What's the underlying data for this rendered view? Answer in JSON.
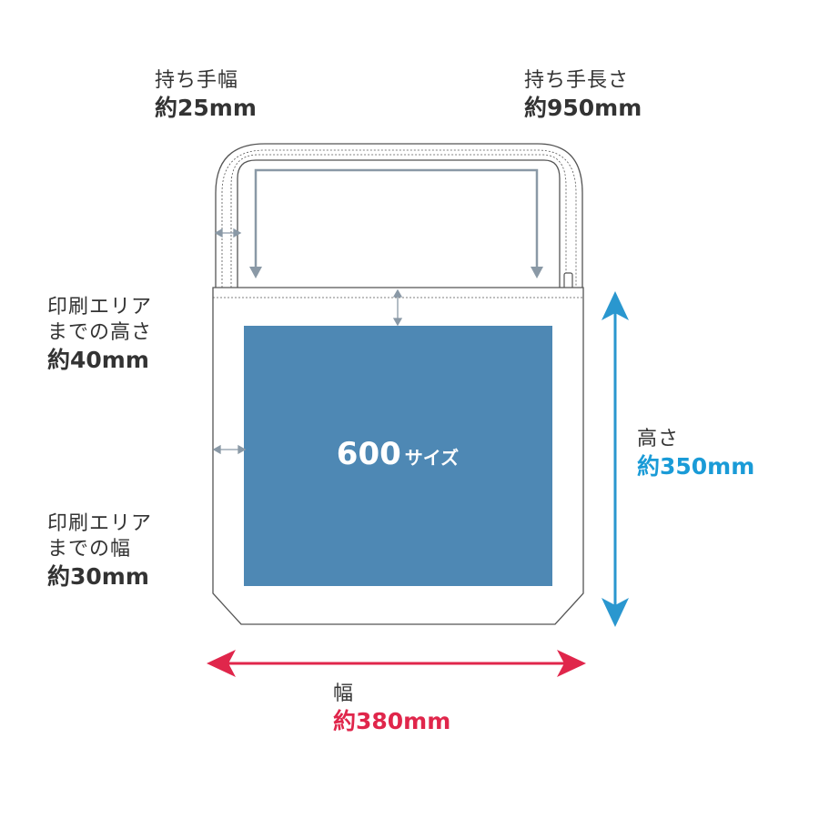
{
  "labels": {
    "handle_width": {
      "title": "持ち手幅",
      "value": "約25mm"
    },
    "handle_length": {
      "title": "持ち手長さ",
      "value": "約950mm"
    },
    "top_margin": {
      "line1": "印刷エリア",
      "line2": "までの高さ",
      "value": "約40mm"
    },
    "side_margin": {
      "line1": "印刷エリア",
      "line2": "までの幅",
      "value": "約30mm"
    },
    "height": {
      "title": "高さ",
      "value": "約350mm"
    },
    "width": {
      "title": "幅",
      "value": "約380mm"
    }
  },
  "print_area": {
    "size_number": "600",
    "size_suffix": "サイズ"
  },
  "colors": {
    "print_area": "#4e88b4",
    "height_arrow": "#2a97cf",
    "width_arrow": "#e0264b",
    "handle_arrow": "#8a99a6",
    "outline": "#555555"
  }
}
